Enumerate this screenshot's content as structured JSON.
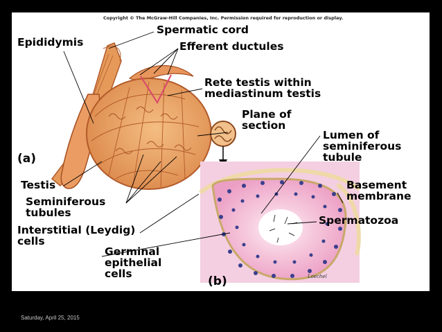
{
  "copyright": "Copyright © The McGraw-Hill Companies, Inc. Permission required for reproduction or display.",
  "labels": {
    "epididymis": "Epididymis",
    "spermatic_cord": "Spermatic cord",
    "efferent_ductules": "Efferent ductules",
    "rete_testis_line1": "Rete testis within",
    "rete_testis_line2": "mediastinum testis",
    "plane_line1": "Plane of",
    "plane_line2": "section",
    "panel_a": "(a)",
    "testis": "Testis",
    "seminiferous_line1": "Seminiferous",
    "seminiferous_line2": "tubules",
    "interstitial_line1": "Interstitial (Leydig)",
    "interstitial_line2": "cells",
    "lumen_line1": "Lumen of",
    "lumen_line2": "seminiferous",
    "lumen_line3": "tubule",
    "basement_line1": "Basement",
    "basement_line2": "membrane",
    "spermatozoa": "Spermatozoa",
    "germinal_line1": "Germinal",
    "germinal_line2": "epithelial",
    "germinal_line3": "cells",
    "panel_b": "(b)"
  },
  "signature": "Loechel",
  "footer": {
    "date": "Saturday, April 25, 2015"
  },
  "colors": {
    "testis_fill": "#e9a15f",
    "testis_stroke": "#b25a2a",
    "tubule_fill": "#f2b7d3",
    "nuclei": "#3a3f8e",
    "background": "#000000"
  }
}
